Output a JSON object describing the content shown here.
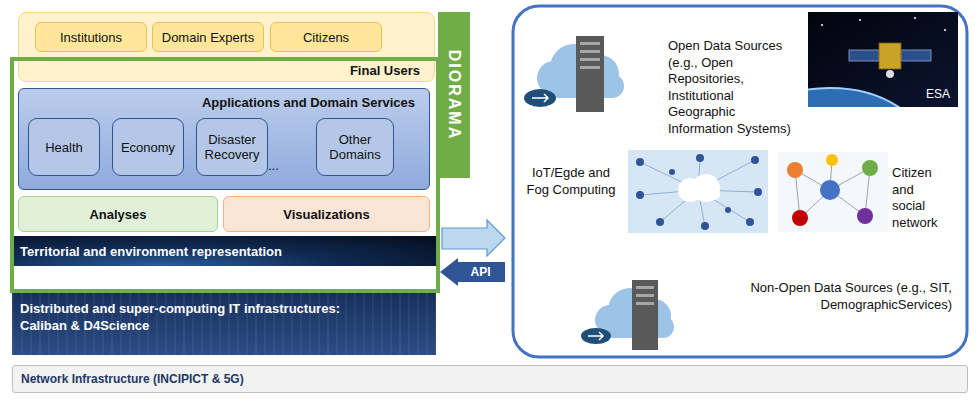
{
  "diagram": {
    "nodes": [
      {
        "text": [
          "Final Users"
        ]
      },
      {
        "text": [
          "Institutions"
        ],
        "in": 0
      },
      {
        "text": [
          "Domain Experts"
        ],
        "in": 0
      },
      {
        "text": [
          "Citizens"
        ],
        "in": 0
      },
      {
        "text": [
          "DIORAMA"
        ]
      },
      {
        "text": [
          "Applications and Domain Services"
        ],
        "in": 4
      },
      {
        "text": [
          "Health"
        ],
        "in": 5
      },
      {
        "text": [
          "Economy"
        ],
        "in": 5
      },
      {
        "text": [
          "Disaster Recovery"
        ],
        "in": 5
      },
      {
        "text": [
          "Other Domains"
        ],
        "in": 5
      },
      {
        "text": [
          "Analyses"
        ],
        "in": 4
      },
      {
        "text": [
          "Visualizations"
        ],
        "in": 4
      },
      {
        "text": [
          "Territorial and environment representation"
        ],
        "in": 4
      },
      {
        "text": [
          "Distributed and super-computing IT infrastructures: Caliban & D4Science"
        ]
      },
      {
        "text": [
          "API"
        ]
      },
      {
        "text": [
          "Network Infrastructure (INCIPICT & 5G)"
        ]
      }
    ],
    "labels": [
      "...",
      "Open Data Sources (e.g., Open Repositories, Institutional Geographic Information Systems)",
      "ESA",
      "IoT/Egde and Fog Computing",
      "Citizen and social network",
      "Non-Open Data Sources (e.g., SIT, DemographicServices)"
    ]
  }
}
